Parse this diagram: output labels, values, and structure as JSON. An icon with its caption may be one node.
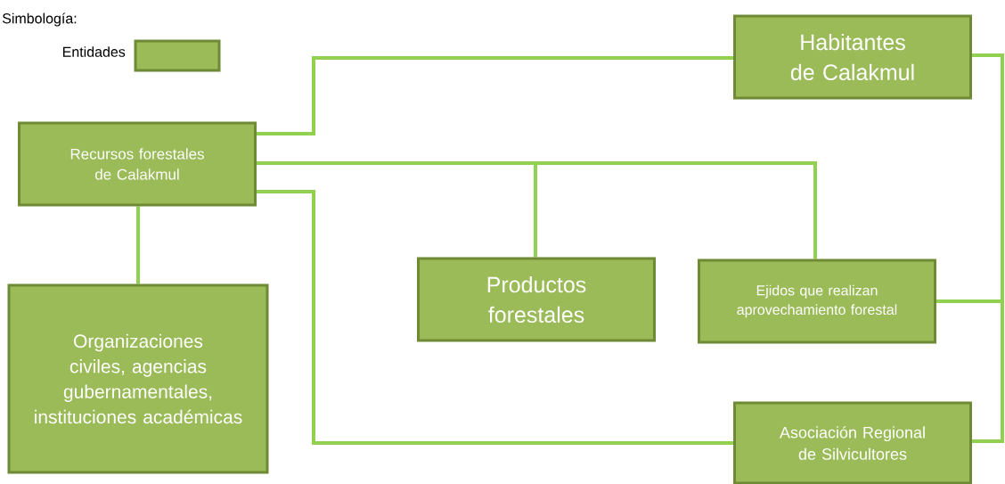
{
  "diagram": {
    "nodes": [
      {
        "text": [
          "Recursos forestales de Calakmul"
        ]
      },
      {
        "text": [
          "Habitantes de Calakmul"
        ]
      },
      {
        "text": [
          "Productos forestales"
        ]
      },
      {
        "text": [
          "Ejidos que realizan aprovechamiento forestal"
        ]
      },
      {
        "text": [
          "Organizaciones civiles, agencias gubernamentales, instituciones académicas"
        ]
      },
      {
        "text": [
          "Asociación Regional de Silvicultores"
        ]
      }
    ],
    "edges": [
      {
        "from": 0,
        "to": 1,
        "arrow": "none"
      },
      {
        "from": 0,
        "to": 2,
        "arrow": "none"
      },
      {
        "from": 0,
        "to": 3,
        "arrow": "none"
      },
      {
        "from": 0,
        "to": 4,
        "arrow": "none"
      },
      {
        "from": 0,
        "to": 5,
        "arrow": "none"
      },
      {
        "from": 1,
        "to": 3,
        "arrow": "none"
      },
      {
        "from": 3,
        "to": 5,
        "arrow": "none"
      }
    ],
    "labels": [
      "Simbología:"
    ],
    "legend": [
      {
        "text": "Entidades",
        "color": "#9bbb59"
      }
    ]
  }
}
